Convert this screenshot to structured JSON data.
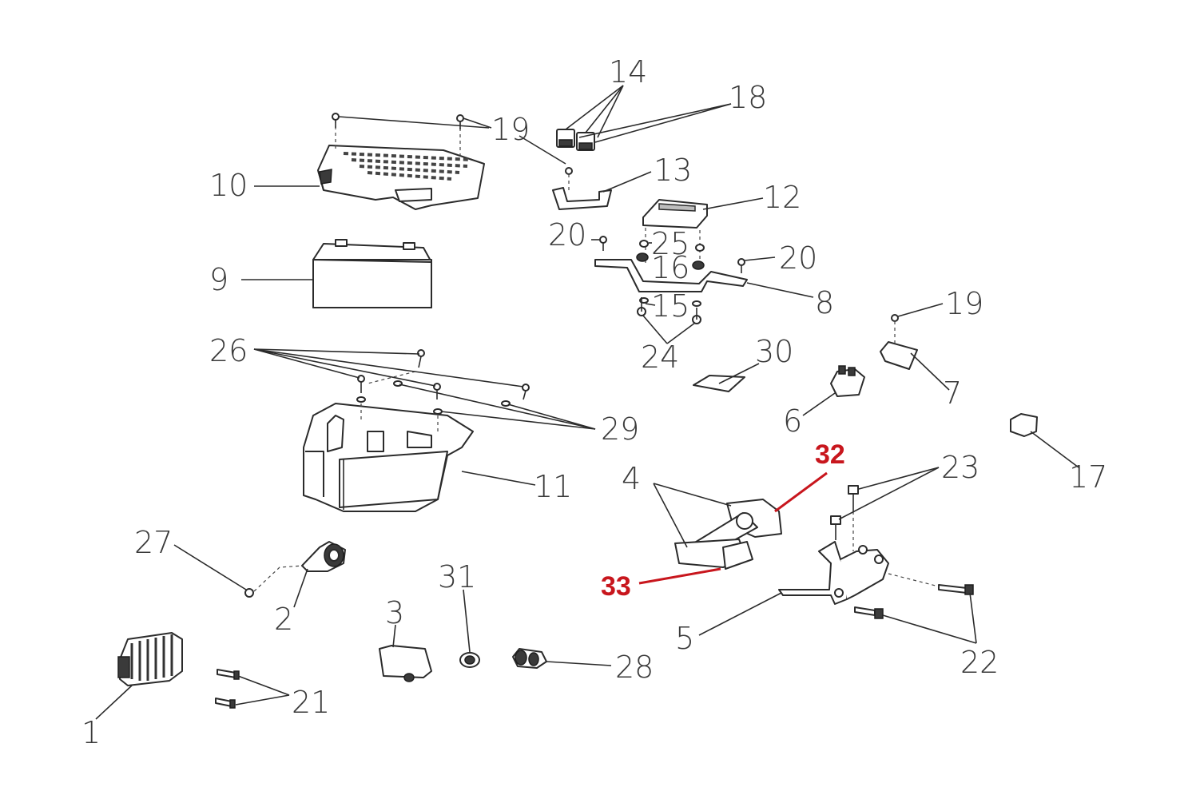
{
  "labels": {
    "n1": "1",
    "n2": "2",
    "n3": "3",
    "n4": "4",
    "n5": "5",
    "n6": "6",
    "n7": "7",
    "n8": "8",
    "n9": "9",
    "n10": "10",
    "n11": "11",
    "n12": "12",
    "n13": "13",
    "n14": "14",
    "n15": "15",
    "n16": "16",
    "n17": "17",
    "n18": "18",
    "n19a": "19",
    "n19b": "19",
    "n20a": "20",
    "n20b": "20",
    "n21": "21",
    "n22": "22",
    "n23": "23",
    "n24": "24",
    "n25": "25",
    "n26": "26",
    "n27": "27",
    "n28": "28",
    "n29": "29",
    "n30": "30",
    "n31": "31",
    "n32": "32",
    "n33": "33"
  },
  "colors": {
    "line": "#2b2b2b",
    "label": "#3a3a3a",
    "highlight": "#c8161d"
  }
}
